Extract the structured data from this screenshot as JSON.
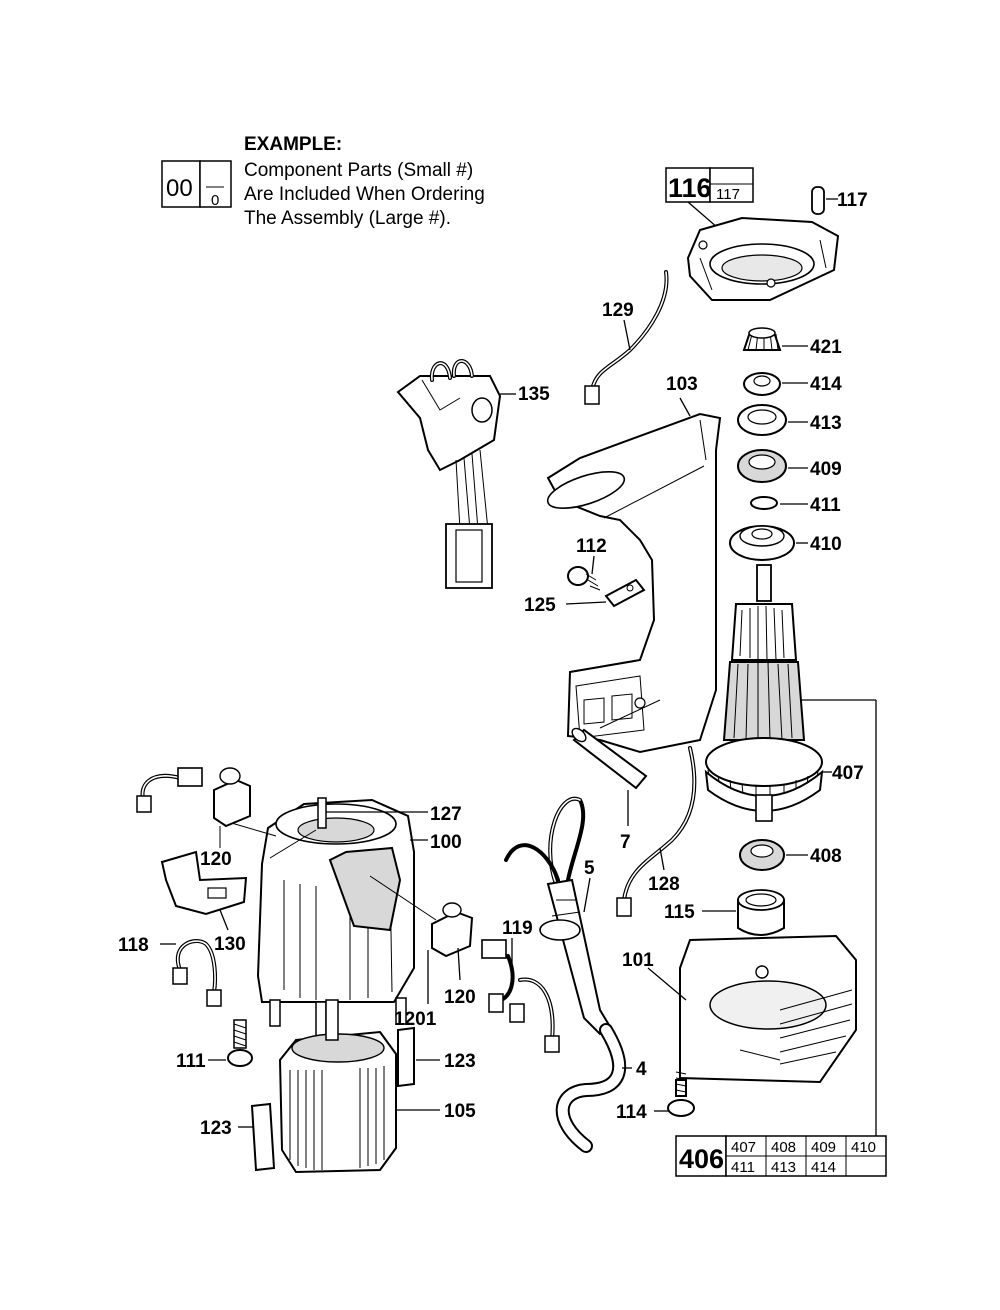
{
  "example": {
    "heading": "EXAMPLE:",
    "box_large": "00",
    "box_small": "0",
    "lines": [
      "Component Parts (Small #)",
      "Are Included When Ordering",
      "The Assembly (Large #)."
    ]
  },
  "assembly_116": {
    "large": "116",
    "small": [
      "117"
    ]
  },
  "assembly_406": {
    "large": "406",
    "small_row1": [
      "407",
      "408",
      "409",
      "410"
    ],
    "small_row2": [
      "411",
      "413",
      "414"
    ]
  },
  "callouts": {
    "c117": "117",
    "c421": "421",
    "c414": "414",
    "c413": "413",
    "c409": "409",
    "c411": "411",
    "c410": "410",
    "c407": "407",
    "c408": "408",
    "c115": "115",
    "c101": "101",
    "c114": "114",
    "c129": "129",
    "c103": "103",
    "c135": "135",
    "c112": "112",
    "c125": "125",
    "c7": "7",
    "c128": "128",
    "c5": "5",
    "c4": "4",
    "c119": "119",
    "c127": "127",
    "c100": "100",
    "c120a": "120",
    "c120b": "120",
    "c130": "130",
    "c118": "118",
    "c1201": "1201",
    "c111": "111",
    "c123a": "123",
    "c123b": "123",
    "c105": "105"
  },
  "icons": [
    "exploded-parts-diagram"
  ]
}
